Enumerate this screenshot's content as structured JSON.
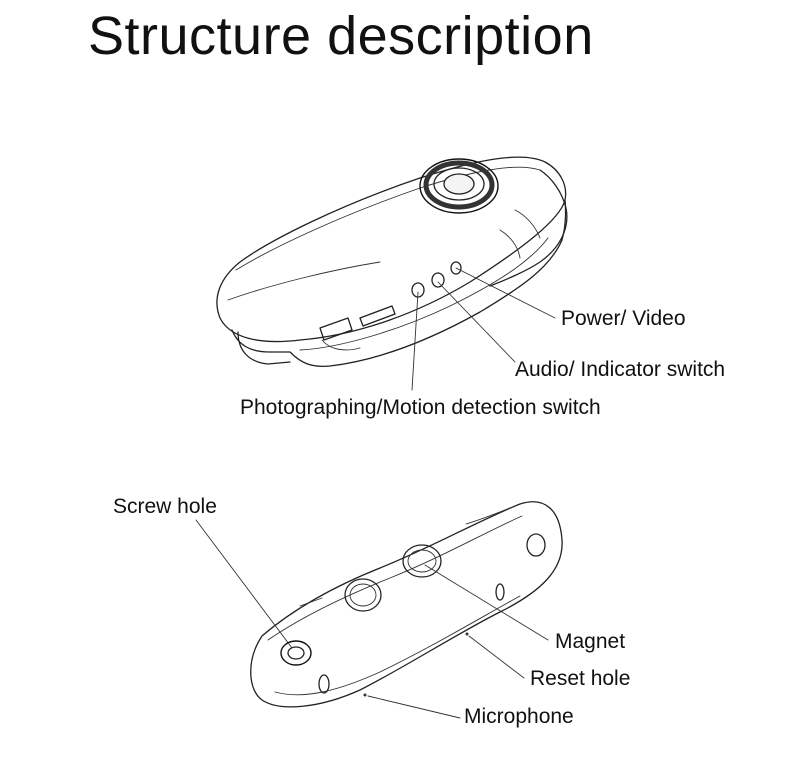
{
  "title": "Structure description",
  "top_view": {
    "labels": {
      "power_video": "Power/ Video",
      "audio_indicator": "Audio/ Indicator switch",
      "photo_motion": "Photographing/Motion detection switch"
    }
  },
  "bottom_view": {
    "labels": {
      "screw_hole": "Screw hole",
      "magnet": "Magnet",
      "reset_hole": "Reset hole",
      "microphone": "Microphone"
    }
  }
}
